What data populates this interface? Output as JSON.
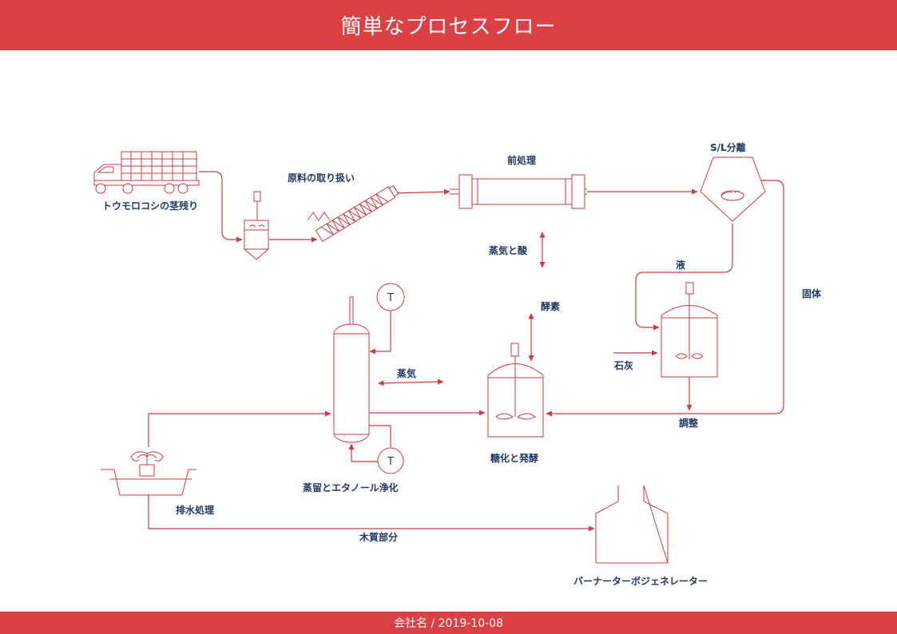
{
  "header": {
    "title": "簡単なプロセスフロー"
  },
  "footer": {
    "company": "会社名",
    "separator": "/",
    "date": "2019-10-08"
  },
  "labels": {
    "truck": "トウモロコシの茎残り",
    "handling": "原料の取り扱い",
    "pretreatment": "前処理",
    "sl_separation": "S/L分離",
    "steam_acid": "蒸気と酸",
    "liquid": "液",
    "solid": "固体",
    "enzyme": "酵素",
    "lime": "石灰",
    "steam": "蒸気",
    "adjust": "調整",
    "saccharification": "糖化と発酵",
    "distillation": "蒸留とエタノール浄化",
    "wastewater": "排水処理",
    "lignin": "木質部分",
    "boiler": "バーナーターボジェネレーター",
    "condenser_tag": "T",
    "reboiler_tag": "T"
  },
  "colors": {
    "brand": "#db4045",
    "line": "#cc3a3f",
    "label_text": "#1f3864"
  }
}
